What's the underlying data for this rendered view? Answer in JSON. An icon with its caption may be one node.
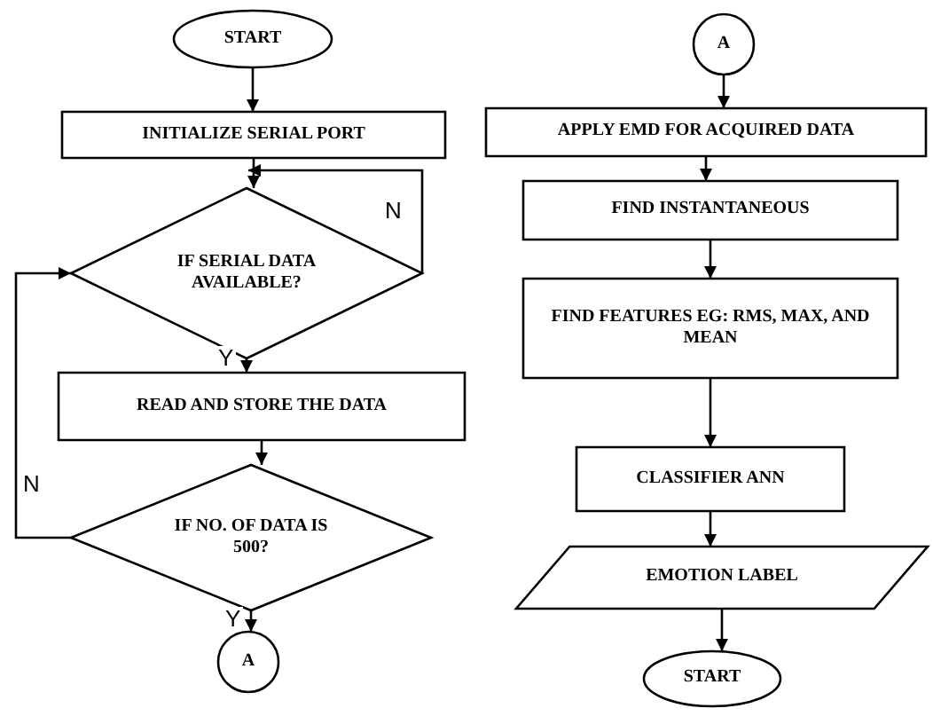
{
  "diagram": {
    "nodes": [
      {
        "text": [
          "START"
        ]
      },
      {
        "text": [
          "INITIALIZE SERIAL PORT"
        ]
      },
      {
        "text": [
          "IF SERIAL DATA AVAILABLE?"
        ]
      },
      {
        "text": [
          "READ AND STORE THE DATA"
        ]
      },
      {
        "text": [
          "IF NO. OF DATA IS 500?"
        ]
      },
      {
        "text": [
          "A"
        ]
      },
      {
        "text": [
          "A"
        ]
      },
      {
        "text": [
          "APPLY EMD FOR ACQUIRED DATA"
        ]
      },
      {
        "text": [
          "FIND INSTANTANEOUS"
        ]
      },
      {
        "text": [
          "FIND FEATURES EG: RMS, MAX, AND MEAN"
        ]
      },
      {
        "text": [
          "CLASSIFIER ANN"
        ]
      },
      {
        "text": [
          "EMOTION LABEL"
        ]
      },
      {
        "text": [
          "START"
        ]
      }
    ],
    "edges": [
      {
        "from": 0,
        "to": 1,
        "arrow": "to"
      },
      {
        "from": 1,
        "to": 2,
        "arrow": "to"
      },
      {
        "from": 2,
        "to": 2,
        "arrow": "to",
        "label": "N"
      },
      {
        "from": 2,
        "to": 3,
        "arrow": "to",
        "label": "Y"
      },
      {
        "from": 3,
        "to": 4,
        "arrow": "to"
      },
      {
        "from": 4,
        "to": 2,
        "arrow": "to",
        "label": "N"
      },
      {
        "from": 4,
        "to": 5,
        "arrow": "to",
        "label": "Y"
      },
      {
        "from": 6,
        "to": 7,
        "arrow": "to"
      },
      {
        "from": 7,
        "to": 8,
        "arrow": "to"
      },
      {
        "from": 8,
        "to": 9,
        "arrow": "to"
      },
      {
        "from": 9,
        "to": 10,
        "arrow": "to"
      },
      {
        "from": 10,
        "to": 11,
        "arrow": "to"
      },
      {
        "from": 11,
        "to": 12,
        "arrow": "to"
      }
    ]
  }
}
